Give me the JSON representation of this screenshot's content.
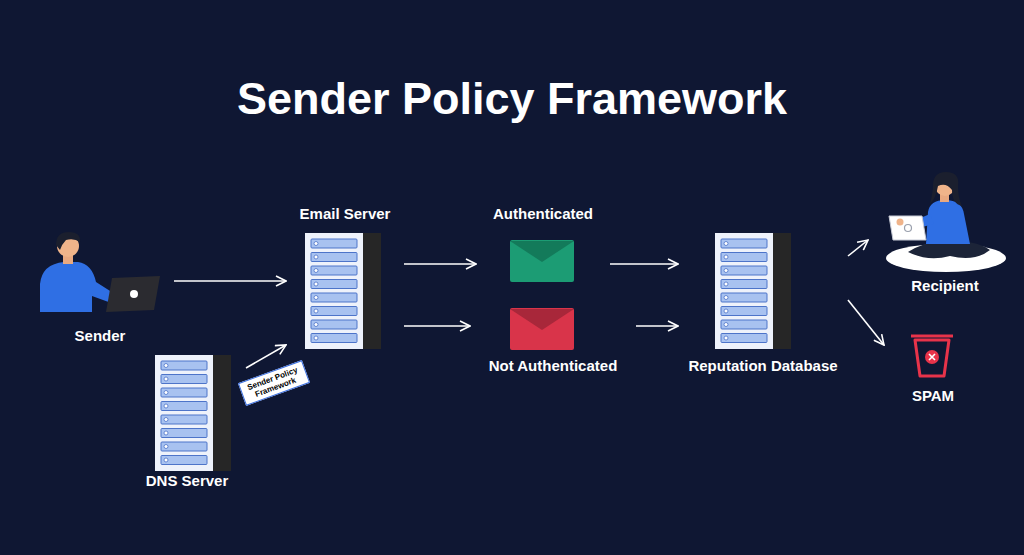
{
  "diagram": {
    "title": "Sender Policy Framework",
    "nodes": [
      {
        "text": [
          "Sender"
        ]
      },
      {
        "text": [
          "Email Server"
        ]
      },
      {
        "text": [
          "DNS Server"
        ]
      },
      {
        "text": [
          "Authenticated"
        ]
      },
      {
        "text": [
          "Not Authenticated"
        ]
      },
      {
        "text": [
          "Reputation Database"
        ]
      },
      {
        "text": [
          "Recipient"
        ]
      },
      {
        "text": [
          "SPAM"
        ]
      }
    ],
    "edges": [
      {
        "from": 0,
        "to": 1,
        "arrow": "to"
      },
      {
        "from": 2,
        "to": 1,
        "label": "Sender Policy Framework",
        "arrow": "to"
      },
      {
        "from": 1,
        "to": 3,
        "arrow": "to"
      },
      {
        "from": 1,
        "to": 4,
        "arrow": "to"
      },
      {
        "from": 3,
        "to": 5,
        "arrow": "to"
      },
      {
        "from": 4,
        "to": 5,
        "arrow": "to"
      },
      {
        "from": 5,
        "to": 6,
        "arrow": "to"
      },
      {
        "from": 5,
        "to": 7,
        "arrow": "to"
      }
    ]
  }
}
